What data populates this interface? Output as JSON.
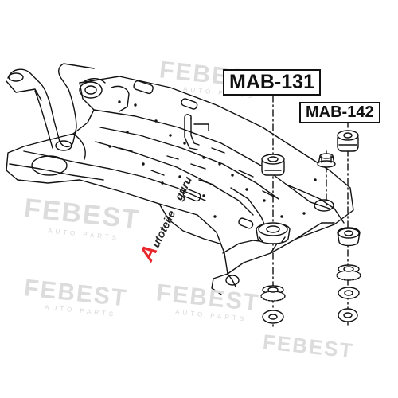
{
  "labels": {
    "part_a": "MAB-131",
    "part_b": "MAB-142"
  },
  "watermark": {
    "brand": "FEBEST",
    "sub": "AUTO PARTS"
  },
  "seal": {
    "text": "Autoteileguru"
  },
  "colors": {
    "line": "#111111",
    "watermark": "#dcdcdc",
    "seal": "#e8262b"
  }
}
